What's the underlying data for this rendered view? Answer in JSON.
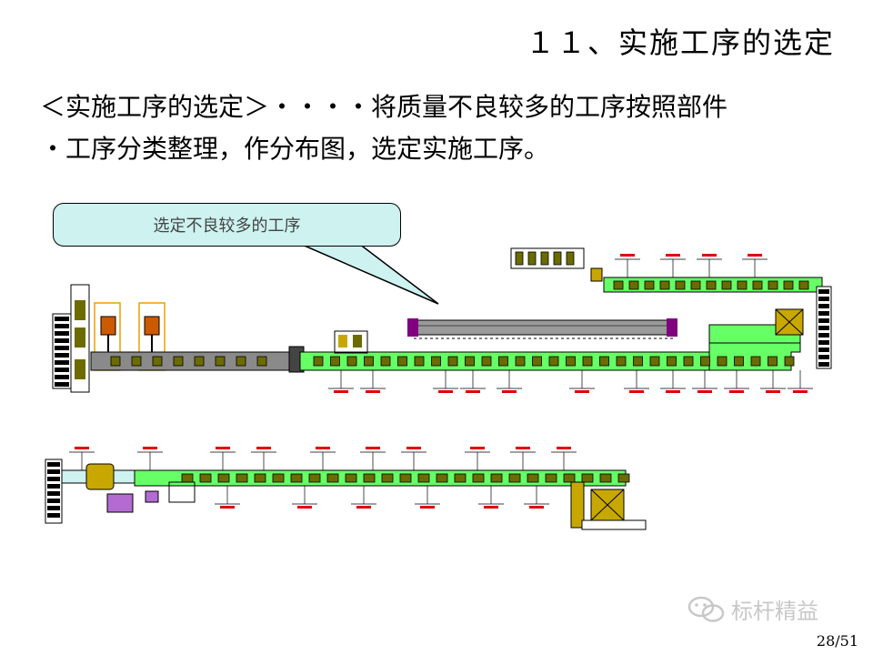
{
  "slide": {
    "title": "１１、实施工序的选定",
    "body_line_1": "＜实施工序的选定＞・・・・将质量不良较多的工序按照部件",
    "body_line_2": "・工序分类整理，作分布图，选定实施工序。",
    "callout_text": "选定不良较多的工序",
    "page_number": "28/51",
    "watermark_text": "标杆精益"
  },
  "colors": {
    "conveyor": "#66ff66",
    "callout_fill": "#cdf2f0",
    "station": "#6b6b00",
    "robot": "#cc5a00",
    "outline": "#e8a000",
    "rail": "#9a9a9a",
    "rail_end": "#800080",
    "box": "#c8a800",
    "marker": "#e00000"
  },
  "icons": [
    "wechat-icon"
  ]
}
